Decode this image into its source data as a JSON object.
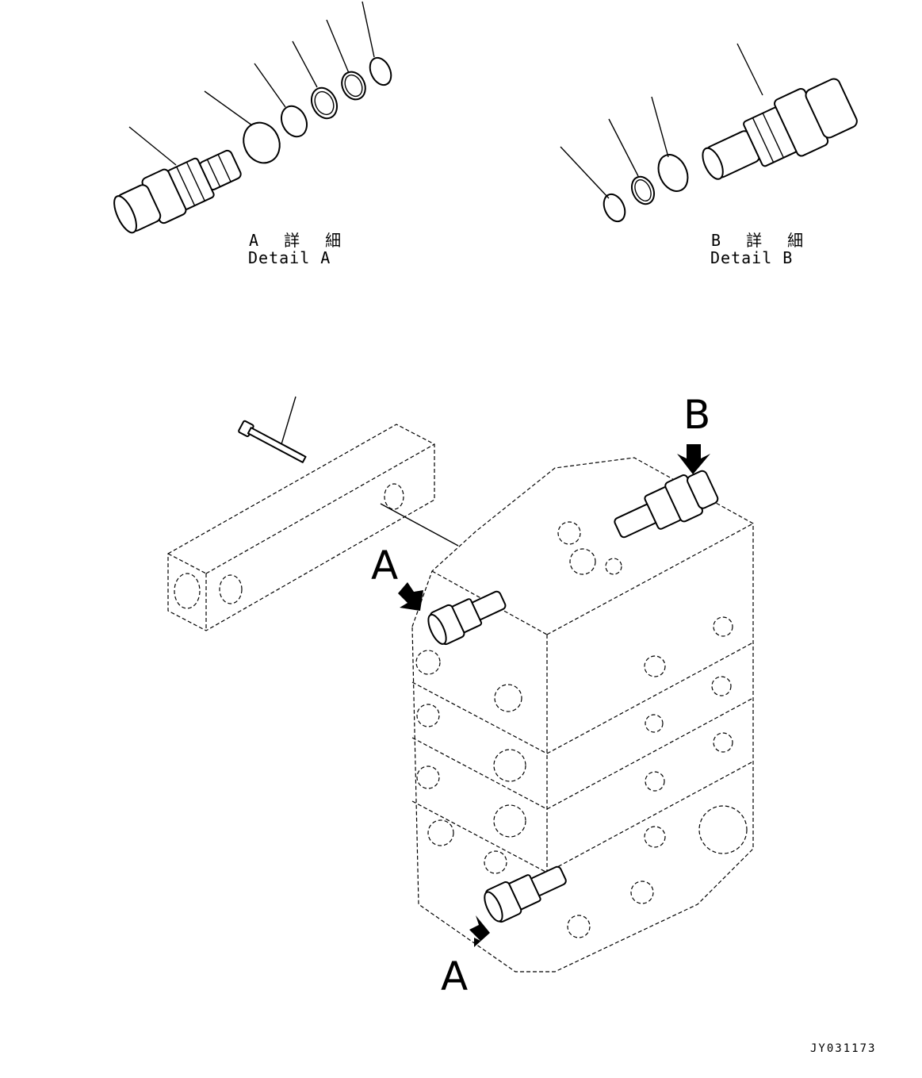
{
  "labels": {
    "detail_a_jp": "A 詳 細",
    "detail_a_en": "Detail A",
    "detail_b_jp": "B 詳 細",
    "detail_b_en": "Detail B",
    "callout_b": "B",
    "callout_a_top": "A",
    "callout_a_bottom": "A",
    "drawing_code": "JY031173"
  }
}
